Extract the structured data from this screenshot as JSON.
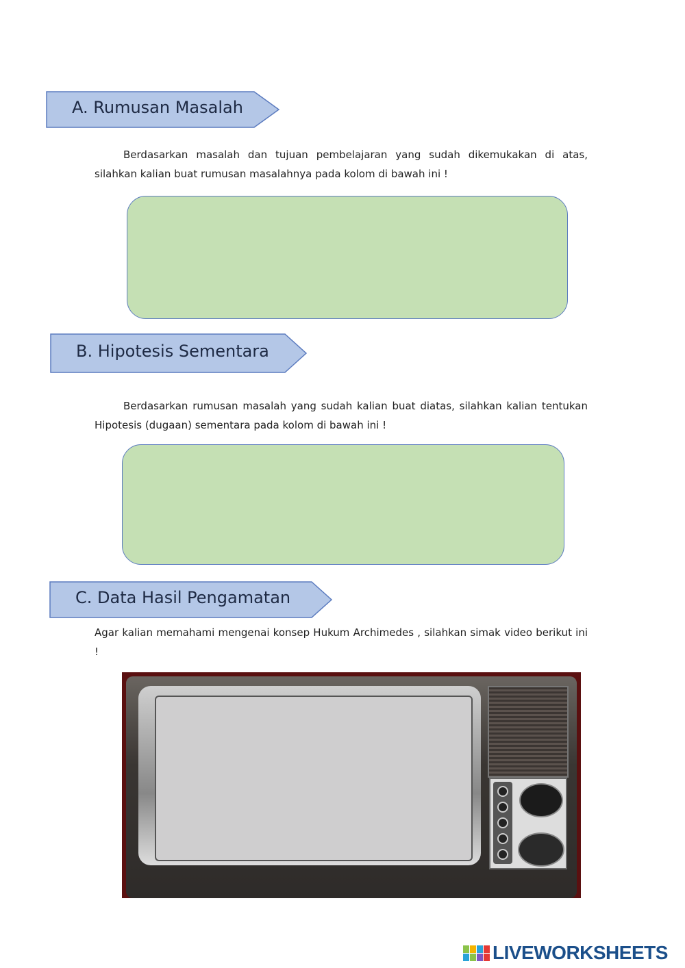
{
  "sections": [
    {
      "heading": "A.  Rumusan Masalah",
      "instruction": "Berdasarkan masalah dan tujuan pembelajaran yang sudah dikemukakan di atas, silahkan kalian buat rumusan masalahnya pada kolom di bawah ini !"
    },
    {
      "heading": "B.  Hipotesis Sementara",
      "instruction": "Berdasarkan rumusan masalah yang sudah kalian buat diatas, silahkan kalian tentukan Hipotesis (dugaan) sementara pada kolom di bawah ini !"
    },
    {
      "heading": "C.  Data Hasil Pengamatan",
      "instruction": "Agar kalian memahami mengenai konsep Hukum Archimedes , silahkan simak video berikut ini !"
    }
  ],
  "watermark": "LIVEWORKSHEETS",
  "colors": {
    "banner": "#b4c7e7",
    "answer_box": "#c5e0b4",
    "border": "#5b7bbf"
  }
}
